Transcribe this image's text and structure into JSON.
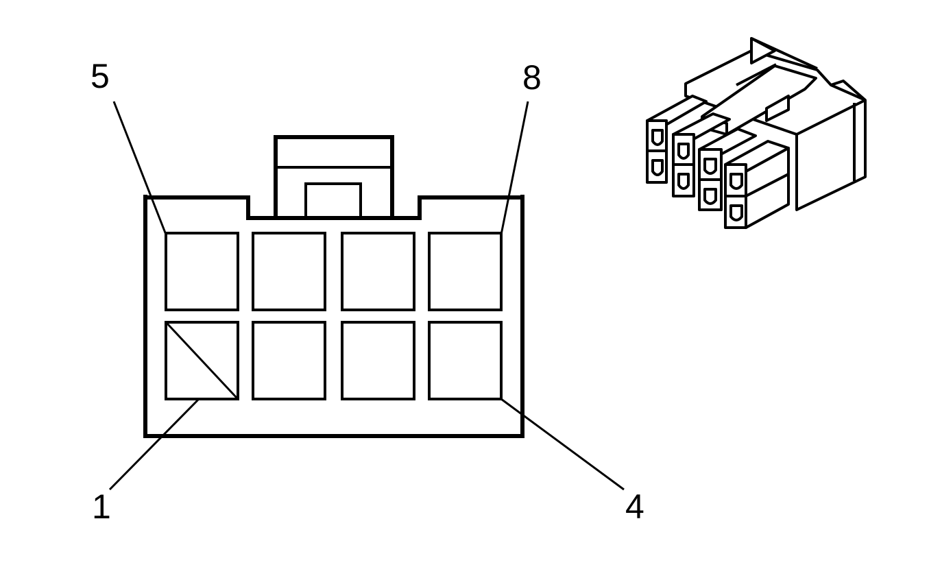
{
  "diagram": {
    "pin_labels": {
      "top_left": "5",
      "top_right": "8",
      "bottom_left": "1",
      "bottom_right": "4"
    },
    "colors": {
      "line": "#000000",
      "background": "#ffffff"
    }
  }
}
